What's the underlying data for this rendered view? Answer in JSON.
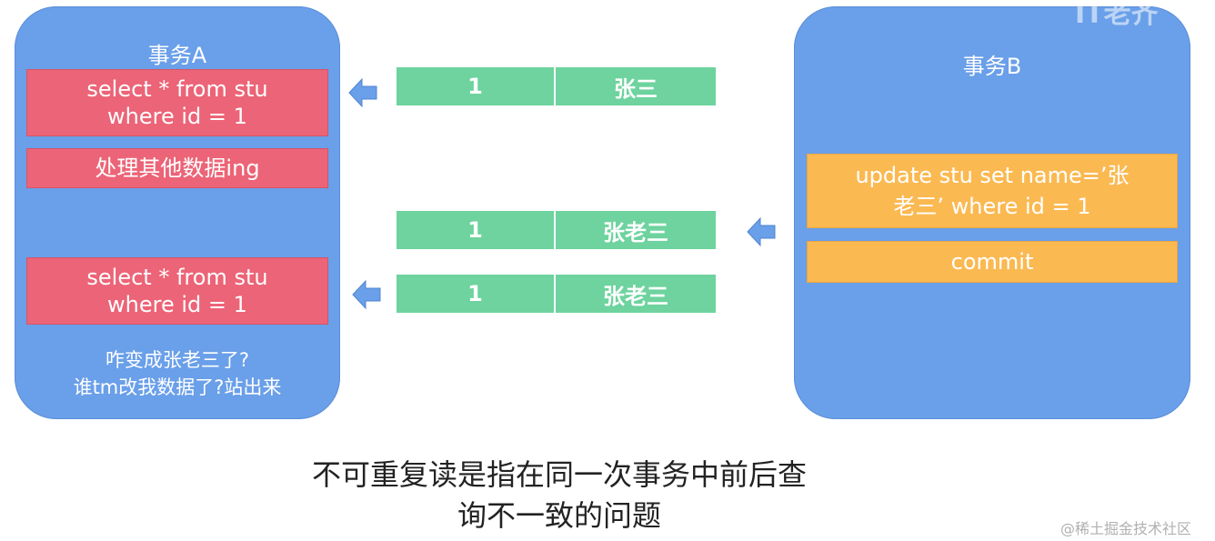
{
  "transaction_a": {
    "title": "事务A",
    "step1": "select * from stu\nwhere id = 1",
    "step2": "处理其他数据ing",
    "step3": "select * from stu\nwhere id = 1",
    "note": "咋变成张老三了?\n谁tm改我数据了?站出来"
  },
  "transaction_b": {
    "title": "事务B",
    "update": "update stu set name=’张\n老三’ where id = 1",
    "commit": "commit"
  },
  "rows": [
    {
      "id": "1",
      "name": "张三"
    },
    {
      "id": "1",
      "name": "张老三"
    },
    {
      "id": "1",
      "name": "张老三"
    }
  ],
  "caption": "不可重复读是指在同一次事务中前后查\n询不一致的问题",
  "watermark_top": "IT老齐",
  "watermark_bottom": "@稀土掘金技术社区",
  "colors": {
    "panel": "#6a9fe9",
    "red_box": "#ec6477",
    "orange_box": "#fbb952",
    "row": "#6ed39e",
    "arrow": "#6a9fe9"
  }
}
